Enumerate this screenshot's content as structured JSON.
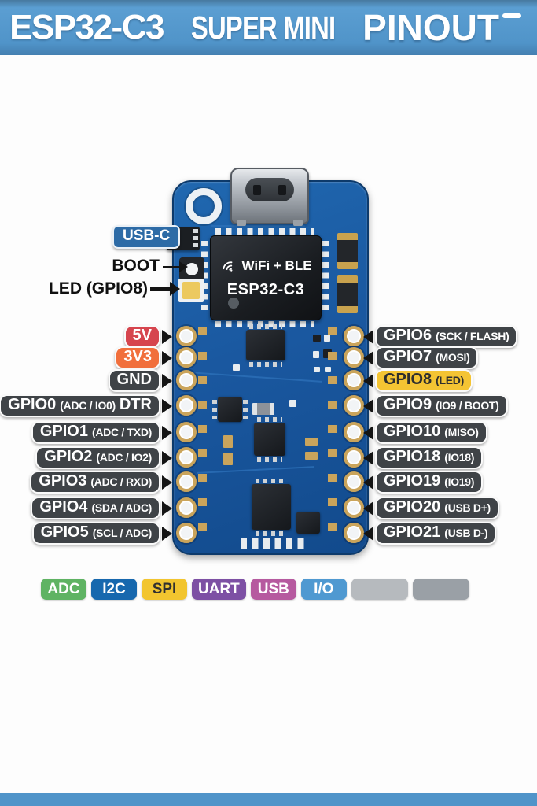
{
  "header": {
    "title_parts": [
      "ESP32-C3",
      "SUPER MINI",
      "PINOUT"
    ]
  },
  "callouts": {
    "usb_c": "USB-C",
    "boot": "BOOT",
    "led": "LED (GPIO8)"
  },
  "board": {
    "chip_brand": "WiFi + BLE",
    "chip_model": "ESP32-C3"
  },
  "pins": {
    "left": [
      {
        "main": "5V",
        "detail": "",
        "suffix": "",
        "variant": "red"
      },
      {
        "main": "3V3",
        "detail": "",
        "suffix": "",
        "variant": "orange"
      },
      {
        "main": "GND",
        "detail": "",
        "suffix": "",
        "variant": "dark"
      },
      {
        "main": "GPIO0",
        "detail": "(ADC / IO0)",
        "suffix": "DTR",
        "variant": "dark"
      },
      {
        "main": "GPIO1",
        "detail": "(ADC / TXD)",
        "suffix": "",
        "variant": "dark"
      },
      {
        "main": "GPIO2",
        "detail": "(ADC / IO2)",
        "suffix": "",
        "variant": "dark"
      },
      {
        "main": "GPIO3",
        "detail": "(ADC / RXD)",
        "suffix": "",
        "variant": "dark"
      },
      {
        "main": "GPIO4",
        "detail": "(SDA / ADC)",
        "suffix": "",
        "variant": "dark"
      },
      {
        "main": "GPIO5",
        "detail": "(SCL / ADC)",
        "suffix": "",
        "variant": "dark"
      }
    ],
    "right": [
      {
        "main": "GPIO6",
        "detail": "(SCK / FLASH)",
        "suffix": "",
        "variant": "dark"
      },
      {
        "main": "GPIO7",
        "detail": "(MOSI)",
        "suffix": "",
        "variant": "dark"
      },
      {
        "main": "GPIO8",
        "detail": "(LED)",
        "suffix": "",
        "variant": "yellow"
      },
      {
        "main": "GPIO9",
        "detail": "(IO9 / BOOT)",
        "suffix": "",
        "variant": "dark"
      },
      {
        "main": "GPIO10",
        "detail": "(MISO)",
        "suffix": "",
        "variant": "dark"
      },
      {
        "main": "GPIO18",
        "detail": "(IO18)",
        "suffix": "",
        "variant": "dark"
      },
      {
        "main": "GPIO19",
        "detail": "(IO19)",
        "suffix": "",
        "variant": "dark"
      },
      {
        "main": "GPIO20",
        "detail": "(USB D+)",
        "suffix": "",
        "variant": "dark"
      },
      {
        "main": "GPIO21",
        "detail": "(USB D-)",
        "suffix": "",
        "variant": "dark"
      }
    ]
  },
  "legend": {
    "items": [
      {
        "label": "ADC",
        "variant": "adc"
      },
      {
        "label": "I2C",
        "variant": "i2c"
      },
      {
        "label": "SPI",
        "variant": "spi"
      },
      {
        "label": "UART",
        "variant": "uart"
      },
      {
        "label": "USB",
        "variant": "usb"
      },
      {
        "label": "I/O",
        "variant": "io"
      },
      {
        "label": "",
        "variant": "gray1"
      },
      {
        "label": "",
        "variant": "gray2"
      }
    ]
  },
  "colors": {
    "header_blue": "#5094c9",
    "header_blue_dark": "#447fb0",
    "pcb_blue": "#1a58a0",
    "pcb_edge": "#0d3a6b",
    "badge_dark": "#3f4347",
    "badge_red": "#d6454e",
    "badge_orange": "#f16f3c",
    "badge_yellow": "#f4c433",
    "usbc_blue": "#2d6ba6",
    "legend_adc": "#5fb363",
    "legend_i2c": "#1768ae",
    "legend_spi": "#f2c52f",
    "legend_uart": "#7d50a4",
    "legend_usb": "#b65a9f",
    "legend_io": "#4f99d1",
    "legend_gray1": "#b6babe",
    "legend_gray2": "#9aa0a6",
    "arrow_black": "#141414"
  }
}
